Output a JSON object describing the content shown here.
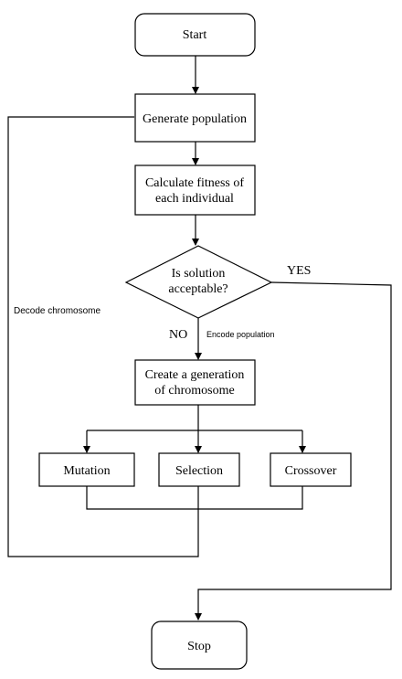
{
  "nodes": {
    "start": "Start",
    "generate": "Generate population",
    "fitness_line1": "Calculate fitness of",
    "fitness_line2": "each individual",
    "decision_line1": "Is solution",
    "decision_line2": "acceptable?",
    "create_line1": "Create a generation",
    "create_line2": "of chromosome",
    "mutation": "Mutation",
    "selection": "Selection",
    "crossover": "Crossover",
    "stop": "Stop"
  },
  "edge_labels": {
    "yes": "YES",
    "no": "NO",
    "encode": "Encode population",
    "decode": "Decode chromosome"
  }
}
